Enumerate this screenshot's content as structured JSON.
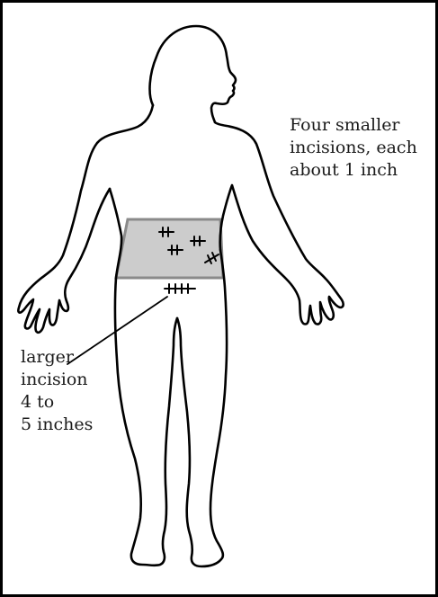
{
  "labels": {
    "smaller_incisions": [
      "Four smaller",
      "incisions, each",
      "about 1 inch"
    ],
    "larger_incision": [
      "larger",
      "incision",
      "4 to",
      "5 inches"
    ]
  },
  "colors": {
    "outline": "#000000",
    "shaded_area": "#cccccc",
    "shaded_border": "#8a8a8a",
    "background": "#ffffff"
  }
}
